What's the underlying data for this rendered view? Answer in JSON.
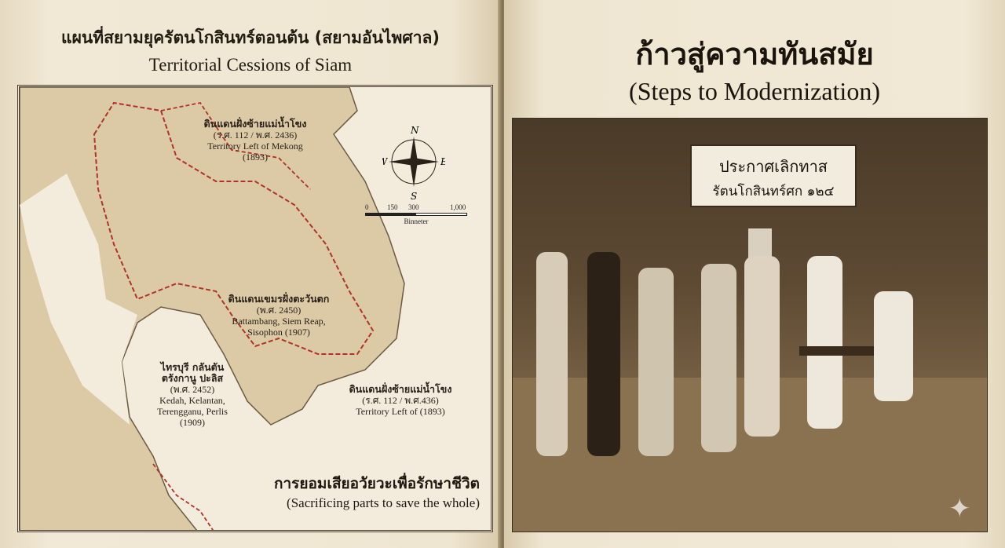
{
  "left_page": {
    "title_thai": "แผนที่สยามยุครัตนโกสินทร์ตอนต้น (สยามอันไพศาล)",
    "title_en": "Territorial Cessions of Siam",
    "compass": {
      "n": "N",
      "s": "S",
      "e": "E",
      "w": "W"
    },
    "scale": {
      "ticks": [
        "0",
        "150",
        "300",
        "1,000"
      ],
      "unit": "Binneter"
    },
    "labels": [
      {
        "thai": "ดินแดนฝั่งซ้ายแม่น้ำโขง",
        "date": "(ร.ศ. 112 / พ.ศ. 2436)",
        "en": "Territory Left of Mekong",
        "year": "(1893)"
      },
      {
        "thai": "ดินแดนเขมรฝั่งตะวันตก",
        "date": "(พ.ศ. 2450)",
        "en": "Battambang, Siem Reap,",
        "year": "Sisophon (1907)"
      },
      {
        "thai": "ไทรบุรี กลันตัน",
        "thai2": "ตรังกานู ปะลิส",
        "date": "(พ.ศ. 2452)",
        "en": "Kedah, Kelantan,",
        "en2": "Terengganu, Perlis",
        "year": "(1909)"
      },
      {
        "thai": "ดินแดนฝั่งซ้ายแม่น้ำโขง",
        "date": "(ร.ศ. 112 / พ.ศ.436)",
        "en": "Territory Left of (1893)"
      }
    ],
    "motto_thai": "การยอมเสียอวัยวะเพื่อรักษาชีวิต",
    "motto_en": "(Sacrificing parts to save the whole)"
  },
  "right_page": {
    "title_thai": "ก้าวสู่ความทันสมัย",
    "title_en": "(Steps to Modernization)",
    "sign_line1": "ประกาศเลิกทาส",
    "sign_line2": "รัตนโกสินทร์ศก ๑๒๔"
  },
  "colors": {
    "paper": "#efe6d2",
    "land": "#dccaa6",
    "border": "#b0322a",
    "ink": "#231b12"
  }
}
